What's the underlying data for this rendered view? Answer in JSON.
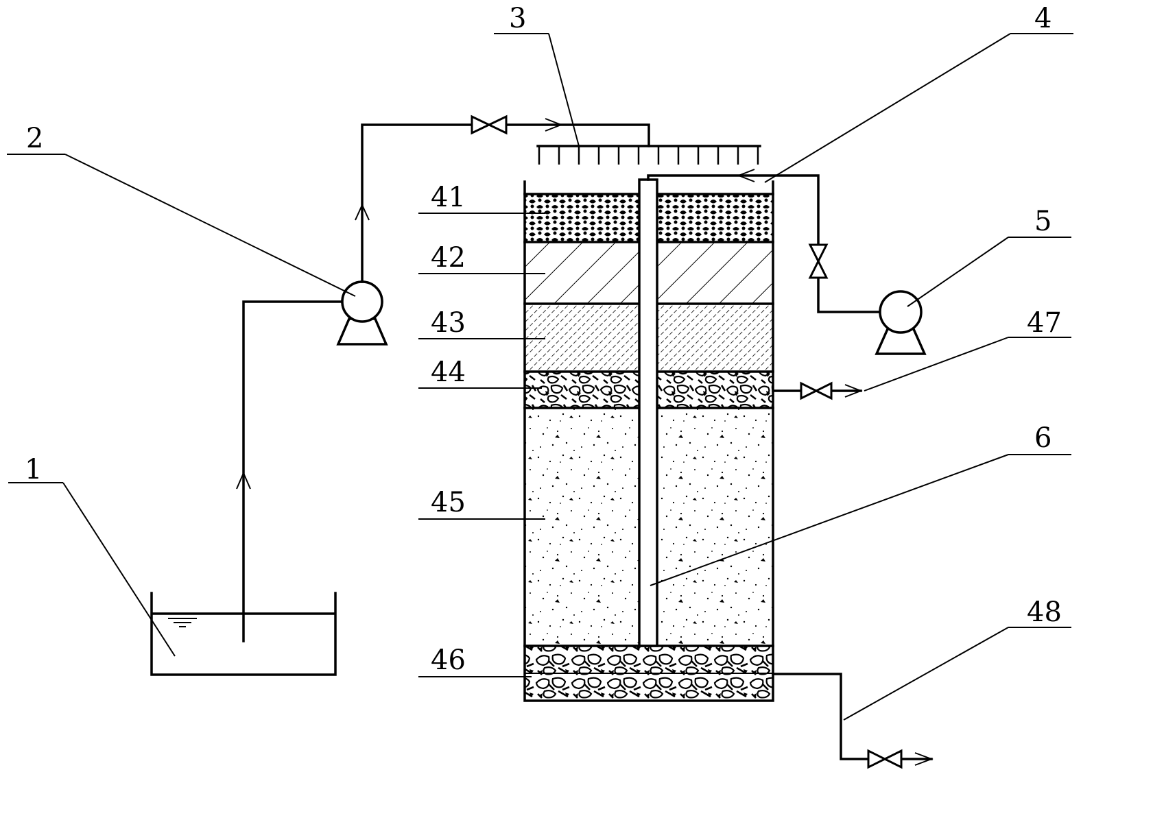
{
  "labels": {
    "tank": "1",
    "feed_pump": "2",
    "spray_distributor": "3",
    "filter_column": "4",
    "recirculation_pump": "5",
    "central_pipe": "6",
    "layer_41": "41",
    "layer_42": "42",
    "layer_43": "43",
    "layer_44": "44",
    "layer_45": "45",
    "layer_46": "46",
    "side_outlet": "47",
    "bottom_outlet": "48"
  }
}
